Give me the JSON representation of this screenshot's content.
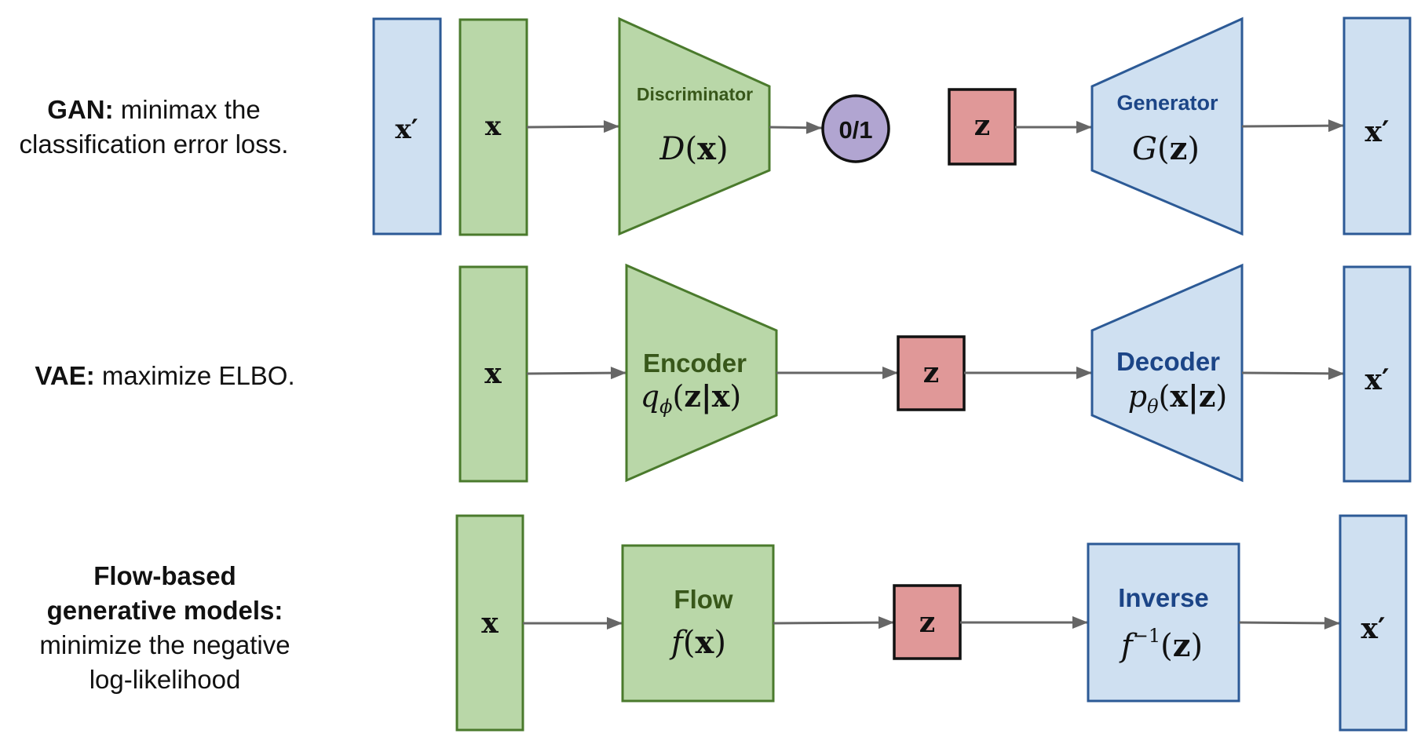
{
  "colors": {
    "green_fill": "#b9d7a8",
    "green_stroke": "#4a7a2c",
    "blue_fill": "#cfe0f1",
    "blue_stroke": "#2c5a96",
    "red_fill": "#e09898",
    "purple_fill": "#b1a5d1",
    "arrow": "#666666"
  },
  "rows": {
    "gan": {
      "label_bold": "GAN:",
      "label_line1_rest": " minimax the",
      "label_line2": "classification error loss.",
      "input_real": "x′",
      "input_x": "x",
      "discriminator_title": "Discriminator",
      "discriminator_fn": "D(x)",
      "discriminator_fn_name": "D",
      "discriminator_fn_arg": "x",
      "output_label": "0/1",
      "latent": "z",
      "generator_title": "Generator",
      "generator_fn_name": "G",
      "generator_fn_arg": "z",
      "output": "x′"
    },
    "vae": {
      "label_bold": "VAE:",
      "label_rest": " maximize ELBO.",
      "input": "x",
      "encoder_title": "Encoder",
      "encoder_fn_name": "q",
      "encoder_fn_sub": "ϕ",
      "encoder_fn_arg": "z|x",
      "latent": "z",
      "decoder_title": "Decoder",
      "decoder_fn_name": "p",
      "decoder_fn_sub": "θ",
      "decoder_fn_arg": "x|z",
      "output": "x′"
    },
    "flow": {
      "label_line1": "Flow-based",
      "label_line2": "generative models:",
      "label_line3": "minimize the negative",
      "label_line4": "log-likelihood",
      "input": "x",
      "flow_title": "Flow",
      "flow_fn_name": "f",
      "flow_fn_arg": "x",
      "latent": "z",
      "inverse_title": "Inverse",
      "inverse_fn_name": "f",
      "inverse_fn_sup": "−1",
      "inverse_fn_arg": "z",
      "output": "x′"
    }
  }
}
